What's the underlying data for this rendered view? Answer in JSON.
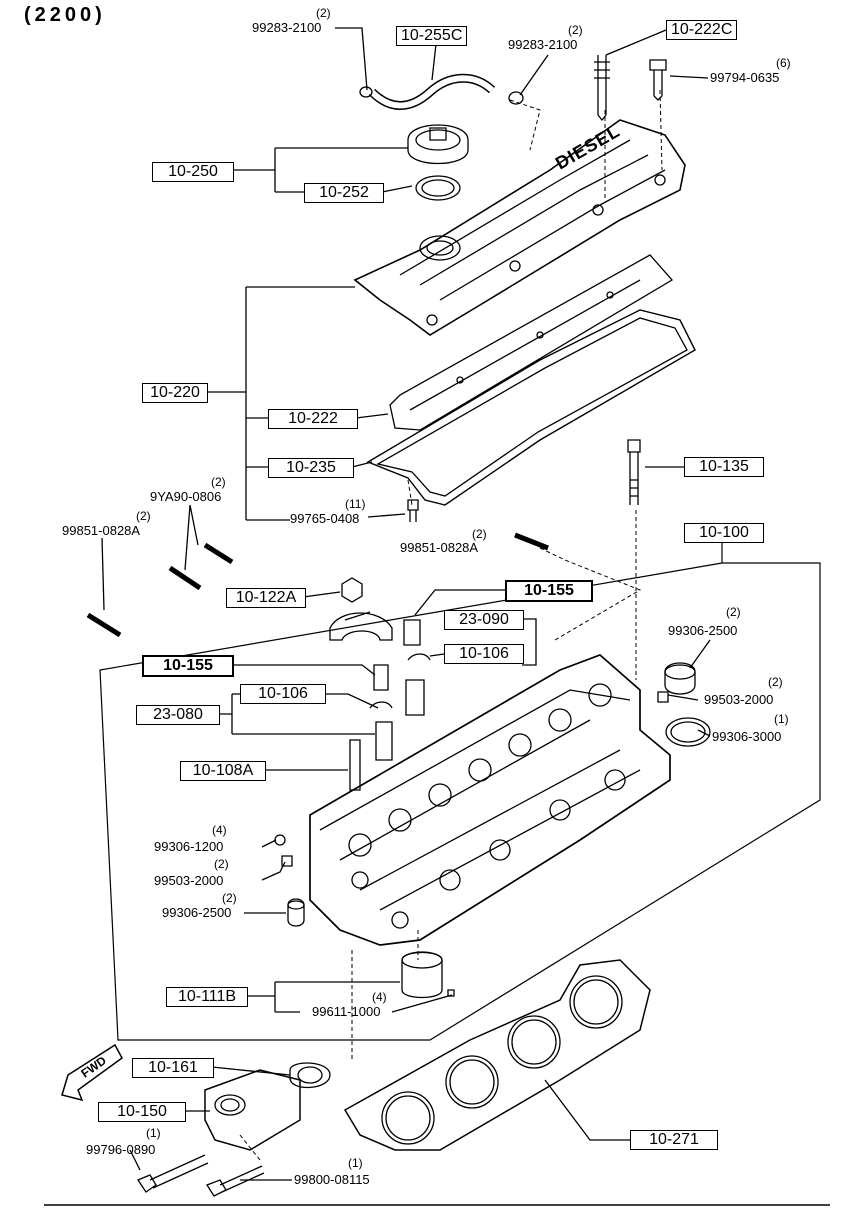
{
  "header": "(2200)",
  "fwd": "FWD",
  "diesel": "DIESEL",
  "boxes": {
    "b10_255C": "10-255C",
    "b10_222C": "10-222C",
    "b10_250": "10-250",
    "b10_252": "10-252",
    "b10_220": "10-220",
    "b10_222": "10-222",
    "b10_235": "10-235",
    "b10_135": "10-135",
    "b10_100": "10-100",
    "b10_122A": "10-122A",
    "b10_155a": "10-155",
    "b23_090": "23-090",
    "b10_106a": "10-106",
    "b10_155b": "10-155",
    "b10_106b": "10-106",
    "b23_080": "23-080",
    "b10_108A": "10-108A",
    "b10_111B": "10-111B",
    "b10_161": "10-161",
    "b10_150": "10-150",
    "b10_271": "10-271"
  },
  "parts": {
    "p1": "99283-2100",
    "p1q": "(2)",
    "p2": "99283-2100",
    "p2q": "(2)",
    "p3": "99794-0635",
    "p3q": "(6)",
    "p4": "9YA90-0806",
    "p4q": "(2)",
    "p5": "99851-0828A",
    "p5q": "(2)",
    "p6": "99765-0408",
    "p6q": "(11)",
    "p7": "99851-0828A",
    "p7q": "(2)",
    "p8": "99306-2500",
    "p8q": "(2)",
    "p9": "99503-2000",
    "p9q": "(2)",
    "p10": "99306-3000",
    "p10q": "(1)",
    "p11": "99306-1200",
    "p11q": "(4)",
    "p12": "99503-2000",
    "p12q": "(2)",
    "p13": "99306-2500",
    "p13q": "(2)",
    "p14": "99611-1000",
    "p14q": "(4)",
    "p15": "99796-0890",
    "p15q": "(1)",
    "p16": "99800-08115",
    "p16q": "(1)"
  }
}
